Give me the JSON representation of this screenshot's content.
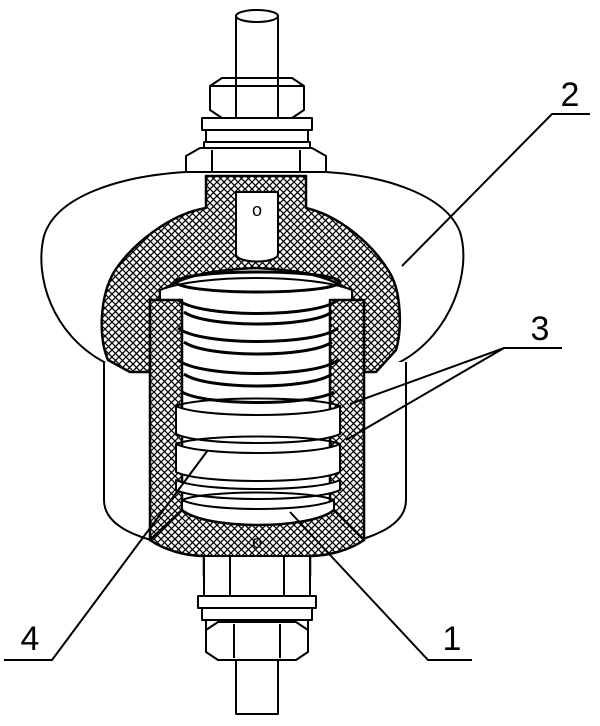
{
  "callouts": [
    {
      "id": "1",
      "label": "1"
    },
    {
      "id": "2",
      "label": "2"
    },
    {
      "id": "3",
      "label": "3"
    },
    {
      "id": "4",
      "label": "4"
    }
  ],
  "upper_terminal_mark": "o",
  "lower_terminal_mark": "o",
  "colors": {
    "ink": "#000000",
    "paper": "#ffffff"
  }
}
